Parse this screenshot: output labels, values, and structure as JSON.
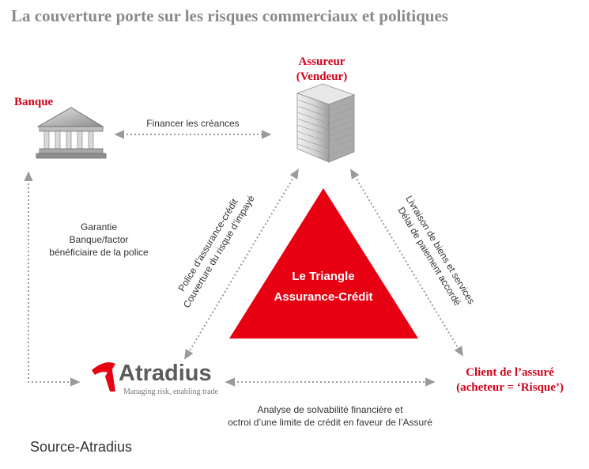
{
  "title": "La couverture porte sur les risques commerciaux et politiques",
  "nodes": {
    "banque": "Banque",
    "assureur_line1": "Assureur",
    "assureur_line2": "(Vendeur)",
    "client_line1": "Client de l’assuré",
    "client_line2": "(acheteur = ‘Risque’)"
  },
  "atradius": {
    "name": "Atradius",
    "tagline": "Managing risk, enabling trade"
  },
  "triangle": {
    "line1": "Le Triangle",
    "line2": "Assurance-Crédit"
  },
  "links": {
    "banque_assureur": "Financer les créances",
    "garantie_line1": "Garantie",
    "garantie_line2": "Banque/factor",
    "garantie_line3": "bénéficiaire de la police",
    "police_line1": "Police d’assurance-crédit",
    "police_line2": "Couverture du risque d’impayé",
    "livraison_line1": "Livraison de biens et services",
    "livraison_line2": "Délai de paiement accordé",
    "analyse_line1": "Analyse de solvabilité financière et",
    "analyse_line2": "octroi d’une limite de crédit en faveur de l’Assuré"
  },
  "source": "Source-Atradius",
  "colors": {
    "accent": "#d0021b",
    "title_gray": "#8a8a8a",
    "arrow_gray": "#9a9a9a"
  }
}
